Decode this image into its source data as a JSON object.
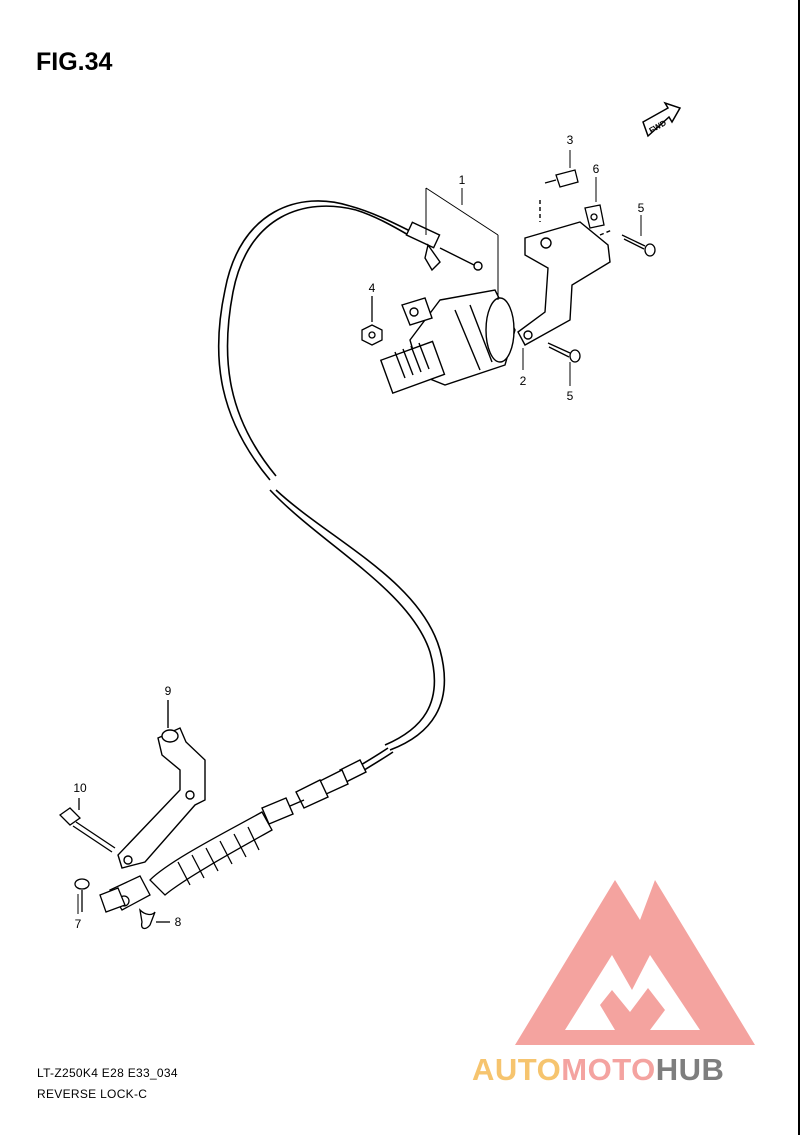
{
  "figure": {
    "title": "FIG.34",
    "fwd_label": "FWD"
  },
  "callouts": [
    {
      "id": "1",
      "label": "1"
    },
    {
      "id": "2",
      "label": "2"
    },
    {
      "id": "3",
      "label": "3"
    },
    {
      "id": "4",
      "label": "4"
    },
    {
      "id": "5a",
      "label": "5"
    },
    {
      "id": "5b",
      "label": "5"
    },
    {
      "id": "6",
      "label": "6"
    },
    {
      "id": "7",
      "label": "7"
    },
    {
      "id": "8",
      "label": "8"
    },
    {
      "id": "9",
      "label": "9"
    },
    {
      "id": "10",
      "label": "10"
    }
  ],
  "footer": {
    "model_code": "LT-Z250K4 E28 E33_034",
    "section_name": "REVERSE LOCK-C"
  },
  "watermark": {
    "part1": "AUTO",
    "part2": "MOTO",
    "part3": "HUB",
    "colors": {
      "auto": "#f6c46e",
      "moto": "#f4a3a0",
      "hub": "#7e7e7e",
      "logo": "#f28f8b"
    }
  }
}
